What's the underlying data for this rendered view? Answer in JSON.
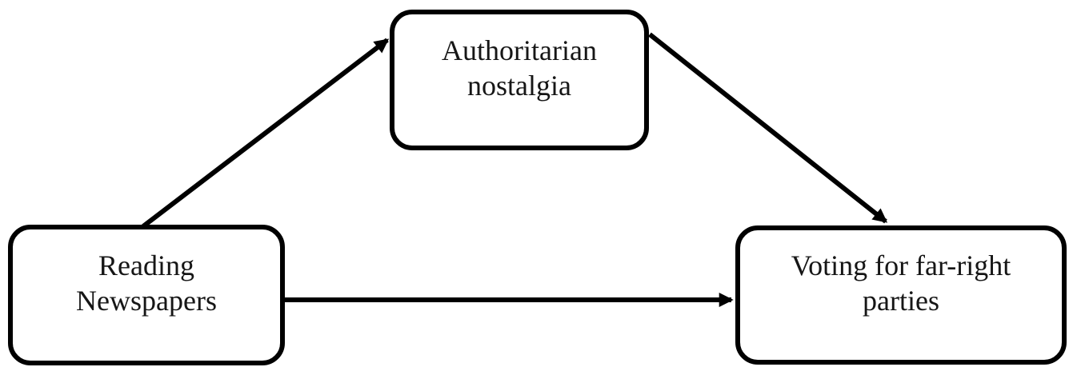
{
  "figure": {
    "type": "mediation-path-diagram",
    "background_color": "#ffffff",
    "line_color": "#000000",
    "text_color": "#161616",
    "nodes": {
      "predictor": {
        "label": "Reading Newspapers",
        "line1": "Reading",
        "line2": "Newspapers"
      },
      "mediator": {
        "label": "Authoritarian nostalgia",
        "line1": "Authoritarian",
        "line2": "nostalgia"
      },
      "outcome": {
        "label": "Voting for far-right parties",
        "line1": "Voting for far-right",
        "line2": "parties"
      }
    },
    "edges": [
      {
        "from": "Reading Newspapers",
        "to": "Authoritarian nostalgia",
        "style": "solid-arrow",
        "direction": "up-right"
      },
      {
        "from": "Authoritarian nostalgia",
        "to": "Voting for far-right parties",
        "style": "solid-arrow",
        "direction": "down-right"
      },
      {
        "from": "Reading Newspapers",
        "to": "Voting for far-right parties",
        "style": "solid-arrow",
        "direction": "right"
      }
    ]
  }
}
